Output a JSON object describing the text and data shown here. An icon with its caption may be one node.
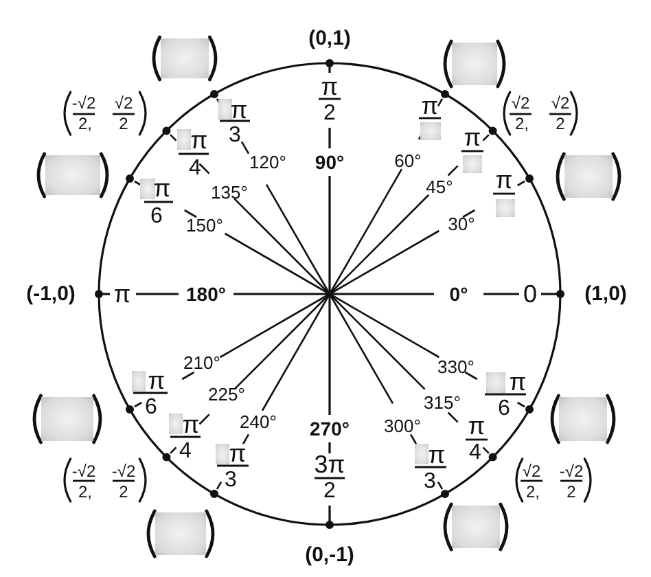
{
  "diagram": {
    "labels": [
      "(0,1)",
      "π",
      "2",
      "-√2",
      "2,",
      "√2",
      "2",
      "√2",
      "2,",
      "√2",
      "2",
      "π",
      "π",
      "3",
      "π",
      "π",
      "4",
      "90°",
      "120°",
      "60°",
      "π",
      "π",
      "45°",
      "135°",
      "6",
      "30°",
      "150°",
      "(-1,0)",
      "π",
      "180°",
      "0°",
      "0",
      "(1,0)",
      "210°",
      "330°",
      "π",
      "π",
      "225°",
      "315°",
      "6",
      "6",
      "240°",
      "π",
      "300°",
      "π",
      "270°",
      "4",
      "4",
      "π",
      "π",
      "3π",
      "-√2",
      "-√2",
      "√2",
      "-√2",
      "3",
      "3",
      "2,",
      "2",
      "2",
      "2,",
      "2",
      "(0,-1)"
    ]
  }
}
